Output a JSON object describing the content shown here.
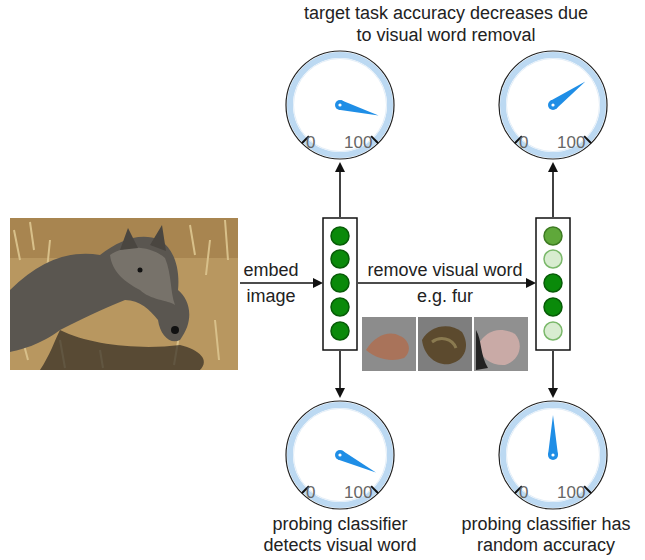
{
  "diagram": {
    "nodes": [
      {
        "text": [
          "0",
          "100"
        ]
      },
      {
        "text": [
          "0",
          "100"
        ]
      },
      {
        "text": [
          "0",
          "100"
        ]
      },
      {
        "text": [
          "0",
          "100"
        ]
      }
    ],
    "labels": [
      "target task accuracy decreases due to visual word removal",
      "embed image",
      "remove visual word e.g. fur",
      "probing classifier detects visual word",
      "probing classifier has random accuracy"
    ]
  }
}
